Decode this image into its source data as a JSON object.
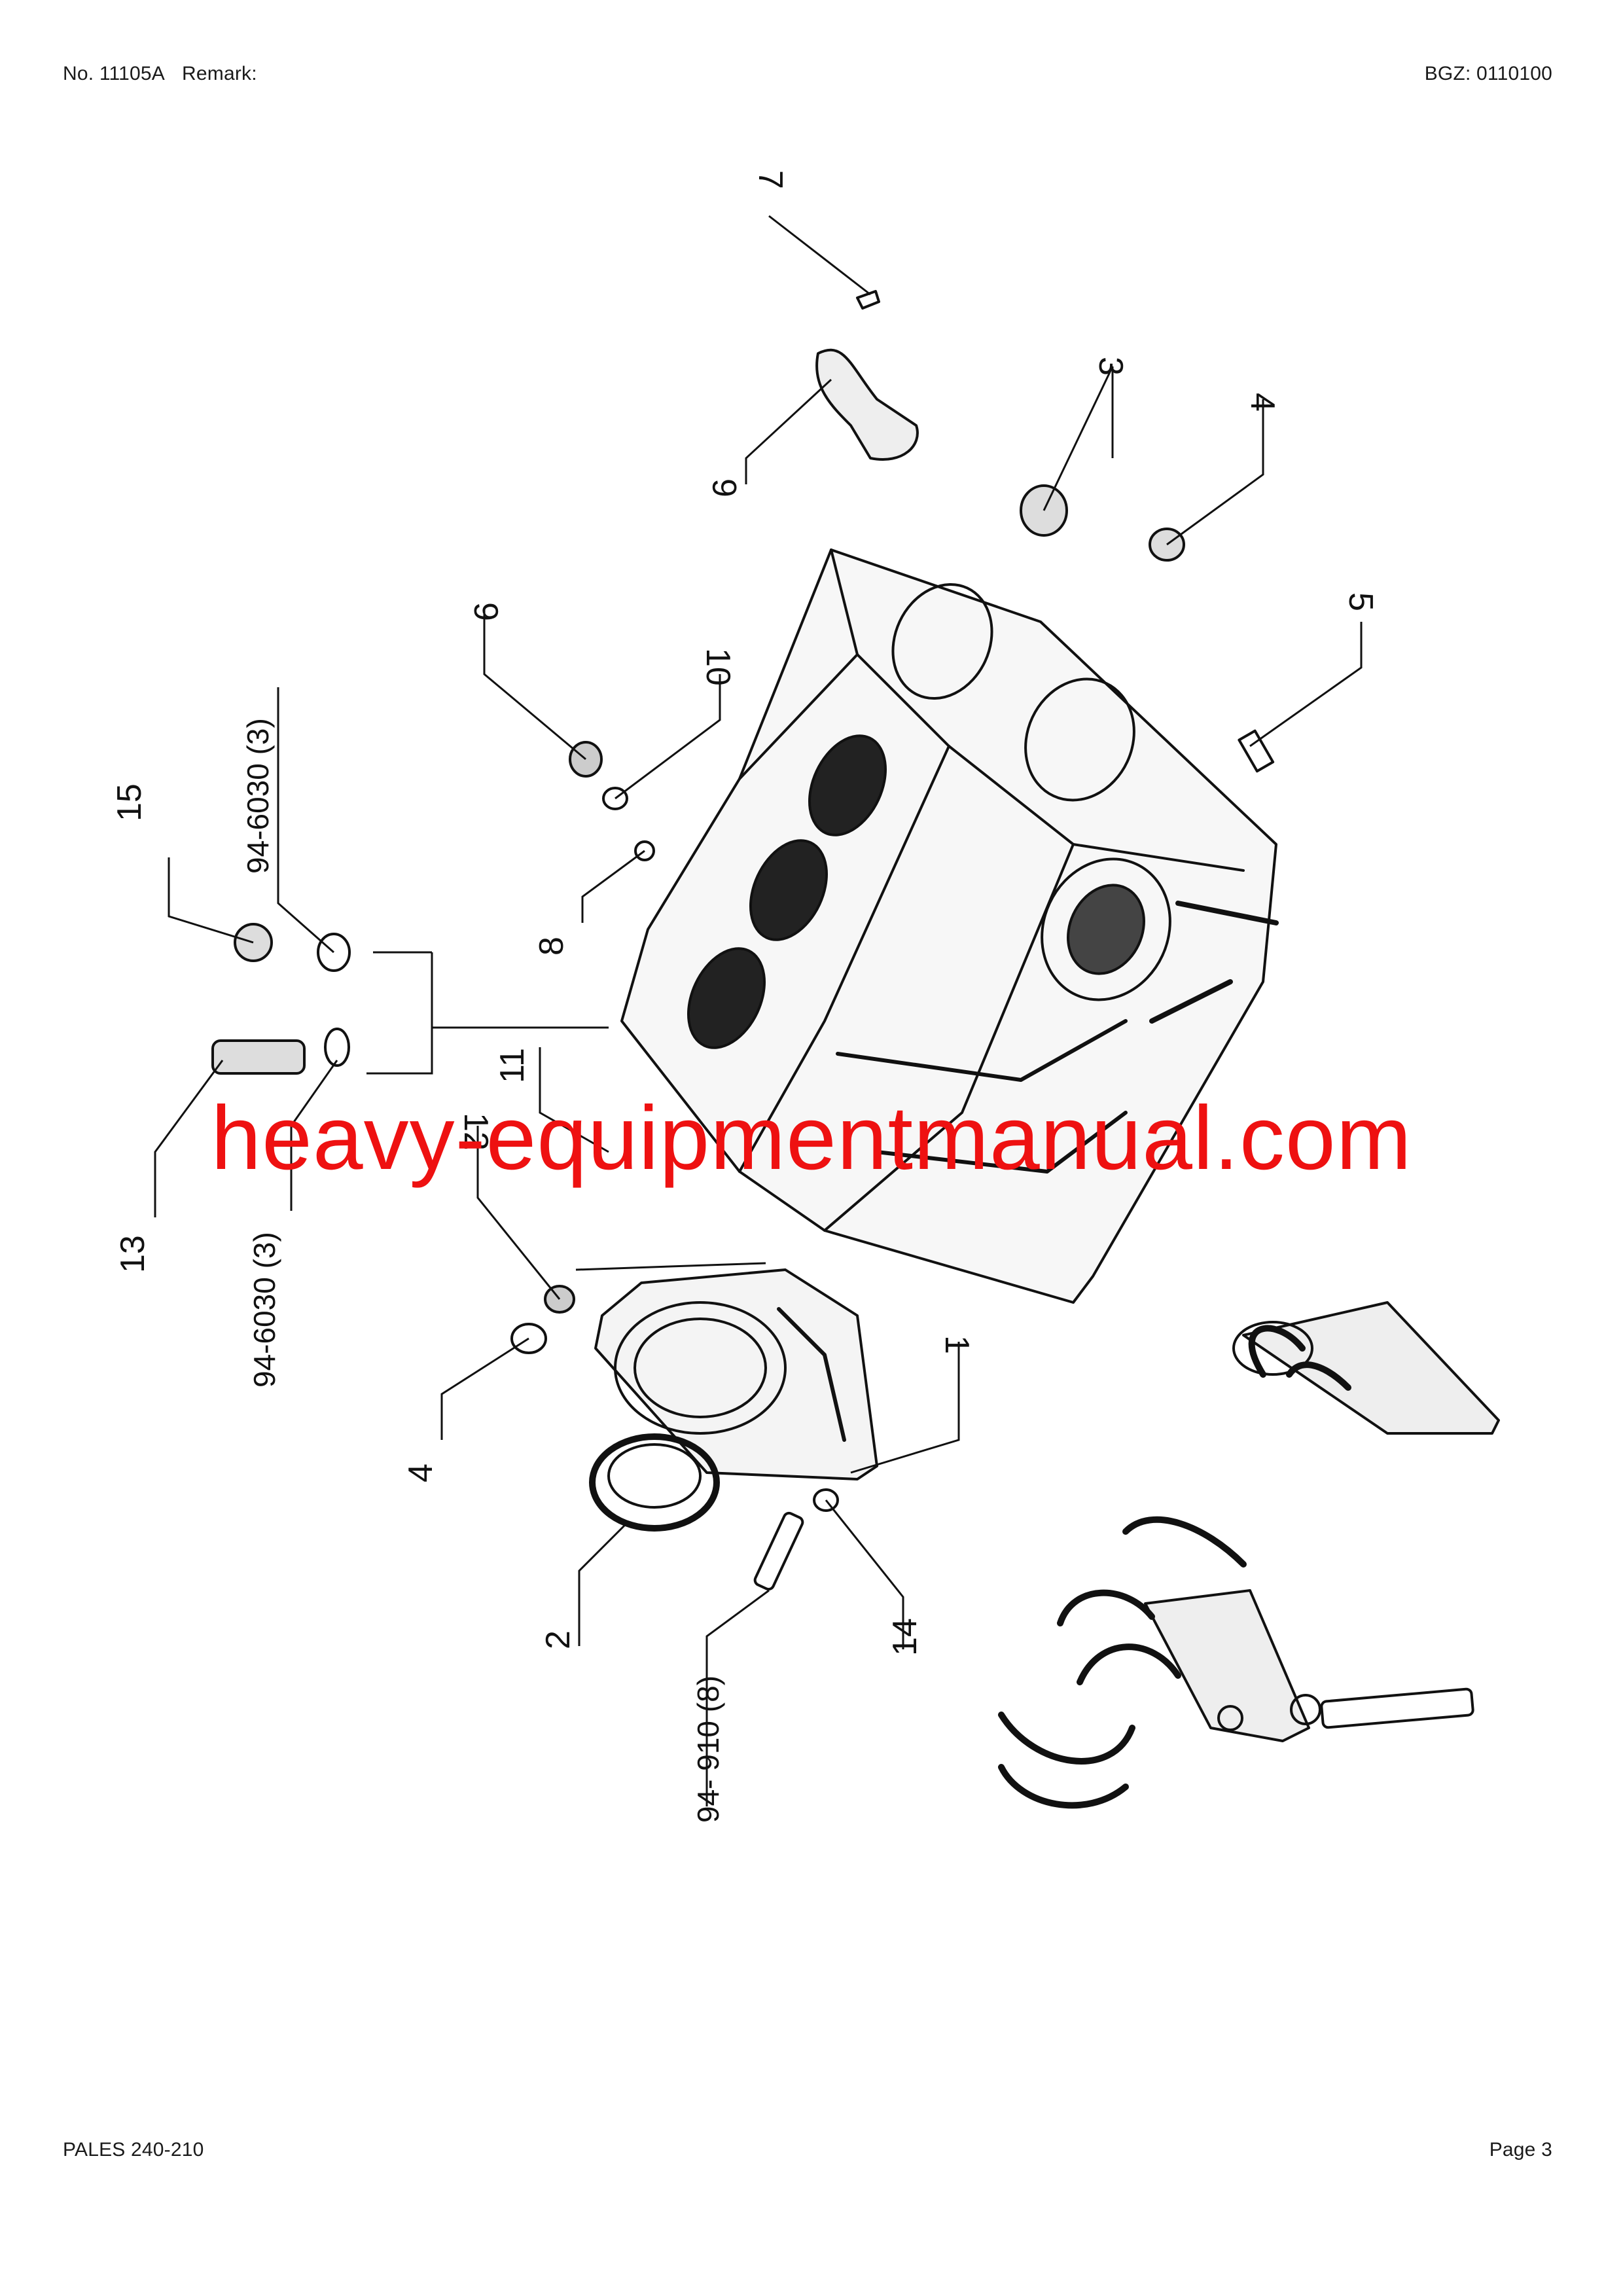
{
  "header": {
    "doc_number": "No. 11105A",
    "remark_label": "Remark:",
    "bgz": "BGZ: 0110100"
  },
  "footer": {
    "model": "PALES 240-210",
    "page": "Page 3"
  },
  "callouts": {
    "c1": "1",
    "c2": "2",
    "c3": "3",
    "c4a": "4",
    "c4b": "4",
    "c5": "5",
    "c6": "6",
    "c7": "7",
    "c8": "8",
    "c9": "9",
    "c10": "10",
    "c11": "11",
    "c12": "12",
    "c13": "13",
    "c14": "14",
    "c15": "15",
    "ref_a": "94-6030 (3)",
    "ref_b": "94-6030 (3)",
    "ref_c": "94- 910 (8)"
  },
  "watermark": "heavy-equipmentmanual.com"
}
